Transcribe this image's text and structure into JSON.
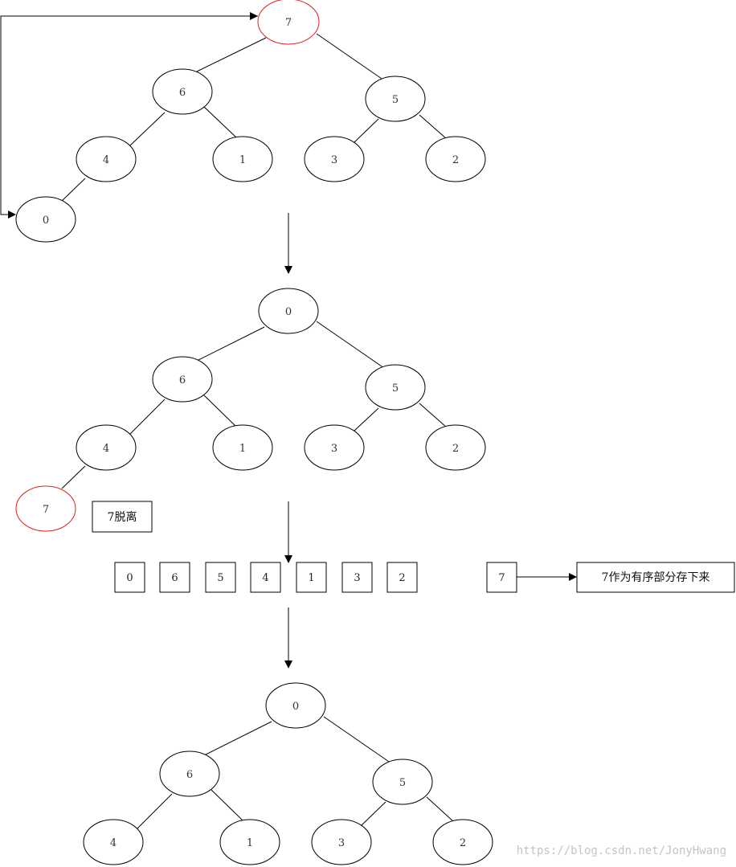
{
  "colors": {
    "line": "#000000",
    "highlight": "#e0201c",
    "watermark": "#c4c4c4"
  },
  "tree1": {
    "root": "7",
    "n6": "6",
    "n5": "5",
    "n4": "4",
    "n1": "1",
    "n3": "3",
    "n2": "2",
    "n0": "0"
  },
  "tree2": {
    "root": "0",
    "n6": "6",
    "n5": "5",
    "n4": "4",
    "n1": "1",
    "n3": "3",
    "n2": "2",
    "n7": "7"
  },
  "detach_note": "7脱离",
  "array": [
    "0",
    "6",
    "5",
    "4",
    "1",
    "3",
    "2"
  ],
  "sorted_cell": "7",
  "sorted_note": "7作为有序部分存下来",
  "tree3": {
    "root": "0",
    "n6": "6",
    "n5": "5",
    "n4": "4",
    "n1": "1",
    "n3": "3",
    "n2": "2"
  },
  "watermark": "https://blog.csdn.net/JonyHwang"
}
